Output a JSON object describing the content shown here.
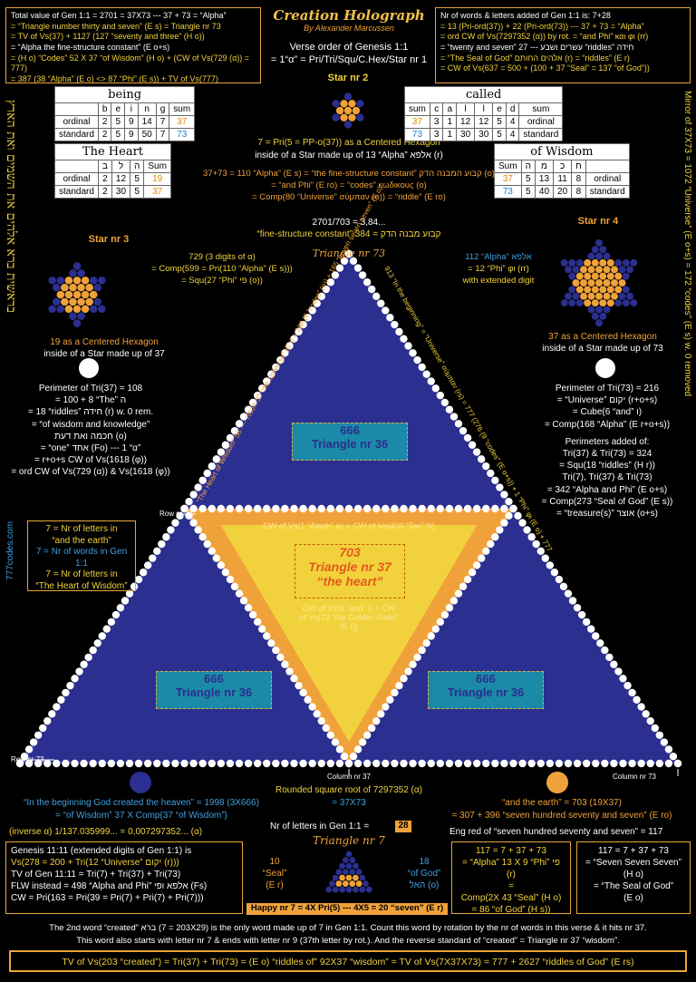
{
  "header": {
    "title": "Creation Holograph",
    "author": "By Alexander Marcussen",
    "verse_order_1": "Verse order of Genesis 1:1",
    "verse_order_2": "= 1“α” = Pri/Tri/Squ/C.Hex/Star nr 1"
  },
  "top_left_box": [
    "Total value of Gen 1:1 = 2701 = 37X73 --- 37 + 73 = “Alpha”",
    "= “Triangle number thirty and seven” (E s) = Triangle nr 73",
    "= TV of Vs(37) + 1127 (127 “seventy and three” (H o))",
    "= “Alpha the fine-structure constant” (E o+s)",
    "= (H o) “Codes” 52 X 37 “of Wisdom” (H o) + (CW of Vs(729 (α)) = 777)",
    "= 387 (38 “Alpha” (E o) <> 87 “Phi” (E s)) + TV of Vs(777)"
  ],
  "top_right_box": [
    "Nr of words & letters added of Gen 1:1 is: 7+28",
    "= 13 (Pri-ord(37)) + 22 (Pri-ord(73)) --- 37 + 73 = “Alpha”",
    "= ord CW of Vs(7297352 (α)) by rot. = “and Phi” και φι (rr)",
    "= “twenty and seven” עשרים ושבע --- 27 “riddles” חידה",
    "= “The Seal of God” אלהים החותם (r) = “riddles” (E r)",
    "= CW of Vs(637 = 500 + (100 + 37 “Seal” = 137 “of God”))"
  ],
  "star2": {
    "label": "Star nr 2",
    "cap1": "7 = Pri(5 = PP-o(37)) as a Centered Hexagon",
    "cap2": "inside of a Star made up of 13 “Alpha” אלפא (r)"
  },
  "table_being": {
    "title": "being",
    "headers": [
      "",
      "b",
      "e",
      "i",
      "n",
      "g",
      "sum"
    ],
    "rows": [
      [
        "ordinal",
        "2",
        "5",
        "9",
        "14",
        "7",
        "37"
      ],
      [
        "standard",
        "2",
        "5",
        "9",
        "50",
        "7",
        "73"
      ]
    ]
  },
  "table_called": {
    "title": "called",
    "headers": [
      "sum",
      "c",
      "a",
      "l",
      "l",
      "e",
      "d",
      "sum"
    ],
    "rows": [
      [
        "37",
        "3",
        "1",
        "12",
        "12",
        "5",
        "4",
        "ordinal"
      ],
      [
        "73",
        "3",
        "1",
        "30",
        "30",
        "5",
        "4",
        "standard"
      ]
    ]
  },
  "table_heart": {
    "title": "The Heart",
    "headers": [
      "",
      "ב",
      "ל",
      "ה",
      "Sum"
    ],
    "rows": [
      [
        "ordinal",
        "2",
        "12",
        "5",
        "19"
      ],
      [
        "standard",
        "2",
        "30",
        "5",
        "37"
      ]
    ]
  },
  "table_wisdom": {
    "title": "of Wisdom",
    "headers": [
      "Sum",
      "ה",
      "מ",
      "כ",
      "ח",
      ""
    ],
    "rows": [
      [
        "37",
        "5",
        "13",
        "11",
        "8",
        "ordinal"
      ],
      [
        "73",
        "5",
        "40",
        "20",
        "8",
        "standard"
      ]
    ]
  },
  "mid_center": [
    "37+73 = 110 “Alpha” (E s) = “the fine-structure constant” קבוע המבנה הדק (o)",
    "= “and Phi” (E ro) = “codes” κωδικους (o)",
    "= Comp(80 “Universe” σύμπαν (o)) = “riddle” (E ro)"
  ],
  "ratio": {
    "line1": "2701/703 = 3,84...",
    "line2": "“fine-structure constant” קבוע מבנה הדק = 384"
  },
  "star3": {
    "label": "Star nr 3",
    "cap1": "19 as a Centered Hexagon",
    "cap2": "inside of a Star made up of 37"
  },
  "star4": {
    "label": "Star nr 4",
    "cap1": "37 as a Centered Hexagon",
    "cap2": "inside of a Star made up of 73"
  },
  "digits729": [
    "729 (3 digits of α)",
    "= Comp(599 = Pri(110 “Alpha” (E s)))",
    "= Squ(27 “Phi” פי (o))"
  ],
  "alpha112": [
    "112 “Alpha” אלפא",
    "= 12 “Phi” φι (rr)",
    "with extended digit"
  ],
  "triangle": {
    "top_label": "Triangle nr 73",
    "tl_num": "666",
    "tl_name": "Triangle nr 36",
    "bl_num": "666",
    "bl_name": "Triangle nr 36",
    "br_num": "666",
    "br_name": "Triangle nr 36",
    "heart_num": "703",
    "heart_name": "Triangle nr 37",
    "heart_sub": "“the heart”",
    "heart_top": "CW of Vs(1 “Aleph” א) + CW of Vs(400 “Tav” ת)",
    "heart_mid": "CW of Vs(6 “and” ו) + CW of Vs(72 “the Golden Ratio” (E r))",
    "row37": "Row nr 37",
    "row73": "Row nr 73",
    "col37": "Column nr 37",
    "col73": "Column nr 73",
    "left_edge": "“The Heart of Wisdom” לב חכמה ---- 56 “the Universe” (E r) = 166 (6 “codes” (o)) + 165 “seven seven seven” (E o)",
    "right_edge": "913 “In the beginning” = “Universe” σύμπαν (rs) = 777 (276 (9 “codes” (E o+s)) + 1 “Phi” φι (E o) + 777"
  },
  "perim37": [
    "Perimeter of Tri(37) = 108",
    "= 100 + 8 “The” ה",
    "= 18 “riddles” חידה (r) w. 0 rem.",
    "= “of wisdom and knowledge”",
    "חכמה ואת דעת (o)",
    "= “one” אחד (Fo) --- 1 “α”",
    "= r+o+s CW of Vs(1618 (φ))",
    "= ord CW of Vs(729 (α)) & Vs(1618 (φ))"
  ],
  "perim73": [
    "Perimeter of Tri(73) = 216",
    "= “Universe” יקום (r+o+s)",
    "= Cube(6 “and” ו)",
    "= Comp(168 “Alpha” (E r+o+s))",
    "",
    "Perimeters added of:",
    "Tri(37) & Tri(73) = 324",
    "= Squ(18 “riddles” (H r))",
    "Tri(7), Tri(37) & Tri(73)",
    "= 342 “Alpha and Phi” (E o+s)",
    "= Comp(273 “Seal of God” (E s))",
    "= “treasure(s)” אוצר (o+s)"
  ],
  "nr7box": [
    "7 = Nr of letters in",
    "“and the earth”",
    "7 = Nr of words in Gen 1:1",
    "7 = Nr of letters in",
    "“The Heart of Wisdom”"
  ],
  "left_margin": "777codes.com",
  "hebrew_vertical": "בראשית ברא אלהים את השמים ואת הארץ",
  "right_vertical": "Mirror of 37X73 = 1072 “Universe” (E o+s) = 172 “codes” (E s) w. 0 removed",
  "bottom": {
    "rounded": "Rounded square root of 7297352 (α)",
    "rounded2": "= 37X73",
    "heaven": "“In the beginning God created the heaven” = 1998 (3X666)",
    "heaven2": "= “of Wisdom” 37 X Comp(37 “of Wisdom”)",
    "earth": "“and the earth” = 703 (19X37)",
    "earth2": "= 307 + 396 “seven hundred seventy and seven” (E ro)",
    "inverse": "(inverse α) 1/137.035999... = 0,007297352... (α)",
    "nr_letters": "Nr of letters in Gen 1:1 =",
    "nr_letters_val": "28",
    "tri7": "Triangle nr 7",
    "seal10": "10",
    "seal10b": "“Seal”",
    "seal10c": "(E r)",
    "god18": "18",
    "god18b": "“of God”",
    "god18c": "האל (o)",
    "happy": "Happy nr 7 = 4X Pri(5) --- 4X5 = 20 “seven” (E r)",
    "eng_red": "Eng red of “seven hundred seventy and seven” = 117",
    "gen1111": [
      "Genesis 11:11 (extended digits of Gen 1:1) is",
      "Vs(278 = 200 + Tri(12 “Universe” יקום (r)))",
      "TV of Gen 11:11 = Tri(7) + Tri(37) + Tri(73)",
      "FLW instead = 498 “Alpha and Phi” אלפא ופי (Fs)",
      "CW = Pri(163 = Pri(39 = Pri(7) + Pri(7) + Pri(7)))"
    ],
    "eq117a": [
      "117 = 7 + 37 + 73",
      "= “Alpha” 13 X 9 “Phi” פי (r)",
      "=",
      "Comp(2X 43 “Seal” (H o)",
      "= 86 “of God” (H s))"
    ],
    "eq117b": [
      "117 = 7 + 37 + 73",
      "= “Seven Seven Seven”",
      "(H o)",
      "= “The Seal of God”",
      "(E o)"
    ],
    "para1": "The 2nd word “created” ברא (203 = 7X29) is the only word made up of 7 in Gen 1:1. Count this word by rotation by the nr of words in this verse & it hits nr 37.",
    "para2": "This word also starts with letter nr 7 & ends with letter nr 9 (37th letter by rot.). And the reverse standard of “created” = Triangle nr 37 “wisdom”.",
    "final": "TV of Vs(203 “created”) = Tri(37) + Tri(73) = (E o) “riddles of” 92X37 “wisdom” = TV of Vs(7X37X73) = 777 + 2627 “riddles of God” (E rs)"
  },
  "colors": {
    "accent": "#e8a63a",
    "gold": "#f2d23c",
    "blue": "#3fa0e0",
    "navy": "#2b2f8f",
    "orange": "#f0a23a",
    "teal": "#1b8aa8"
  }
}
